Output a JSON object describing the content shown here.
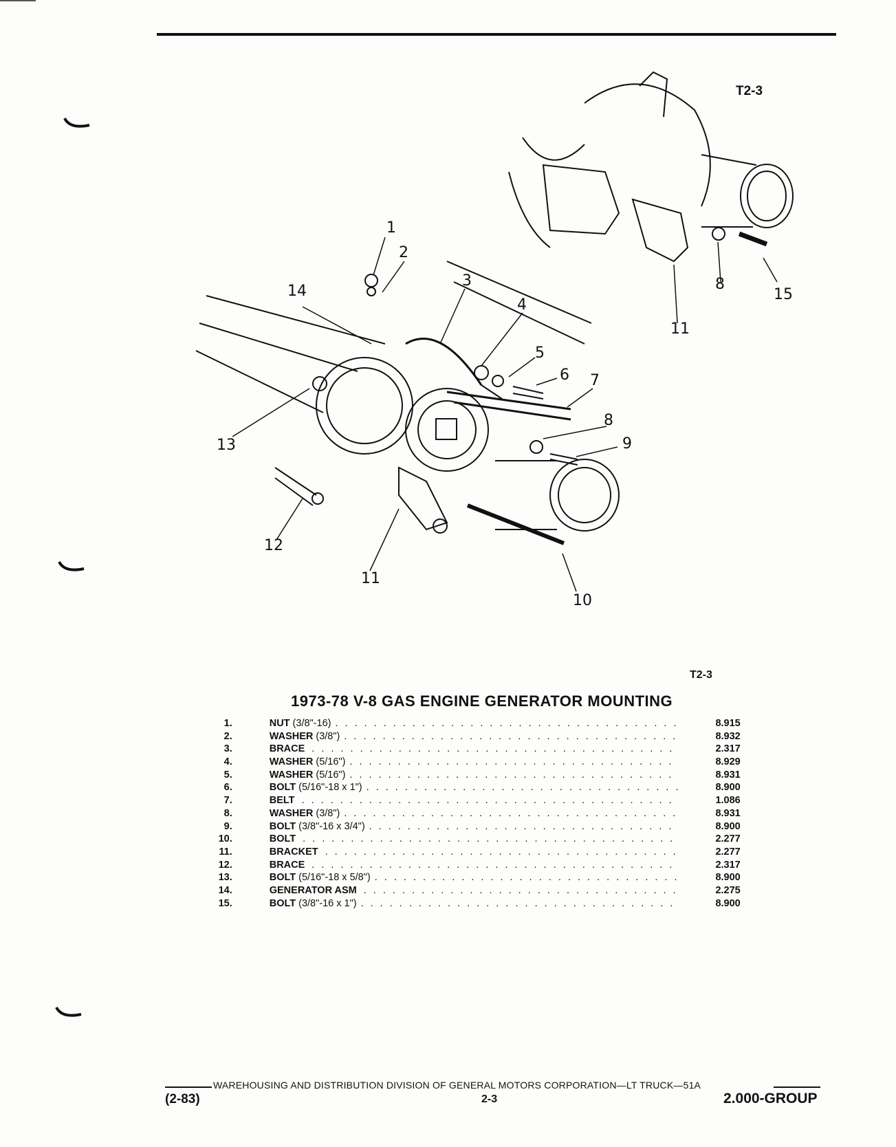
{
  "page": {
    "figure_code_top": "T2-3",
    "figure_code_caption": "T2-3",
    "title": "1973-78 V-8 GAS ENGINE GENERATOR MOUNTING"
  },
  "callouts": [
    "1",
    "2",
    "3",
    "4",
    "5",
    "6",
    "7",
    "8",
    "9",
    "10",
    "11",
    "12",
    "13",
    "14",
    "8",
    "11",
    "15"
  ],
  "parts": [
    {
      "num": "1.",
      "name": "NUT",
      "spec": "(3/8\"-16)",
      "group": "8.915"
    },
    {
      "num": "2.",
      "name": "WASHER",
      "spec": "(3/8\")",
      "group": "8.932"
    },
    {
      "num": "3.",
      "name": "BRACE",
      "spec": "",
      "group": "2.317"
    },
    {
      "num": "4.",
      "name": "WASHER",
      "spec": "(5/16\")",
      "group": "8.929"
    },
    {
      "num": "5.",
      "name": "WASHER",
      "spec": "(5/16\")",
      "group": "8.931"
    },
    {
      "num": "6.",
      "name": "BOLT",
      "spec": "(5/16\"-18 x 1\")",
      "group": "8.900"
    },
    {
      "num": "7.",
      "name": "BELT",
      "spec": "",
      "group": "1.086"
    },
    {
      "num": "8.",
      "name": "WASHER",
      "spec": "(3/8\")",
      "group": "8.931"
    },
    {
      "num": "9.",
      "name": "BOLT",
      "spec": "(3/8\"-16 x 3/4\")",
      "group": "8.900"
    },
    {
      "num": "10.",
      "name": "BOLT",
      "spec": "",
      "group": "2.277"
    },
    {
      "num": "11.",
      "name": "BRACKET",
      "spec": "",
      "group": "2.277"
    },
    {
      "num": "12.",
      "name": "BRACE",
      "spec": "",
      "group": "2.317"
    },
    {
      "num": "13.",
      "name": "BOLT",
      "spec": "(5/16\"-18 x 5/8\")",
      "group": "8.900"
    },
    {
      "num": "14.",
      "name": "GENERATOR ASM",
      "spec": "",
      "group": "2.275"
    },
    {
      "num": "15.",
      "name": "BOLT",
      "spec": "(3/8\"-16 x 1\")",
      "group": "8.900"
    }
  ],
  "footer": {
    "division_line": "WAREHOUSING AND DISTRIBUTION  DIVISION OF GENERAL MOTORS CORPORATION—LT TRUCK—51A",
    "date": "(2-83)",
    "page_number": "2-3",
    "group": "2.000-GROUP"
  }
}
